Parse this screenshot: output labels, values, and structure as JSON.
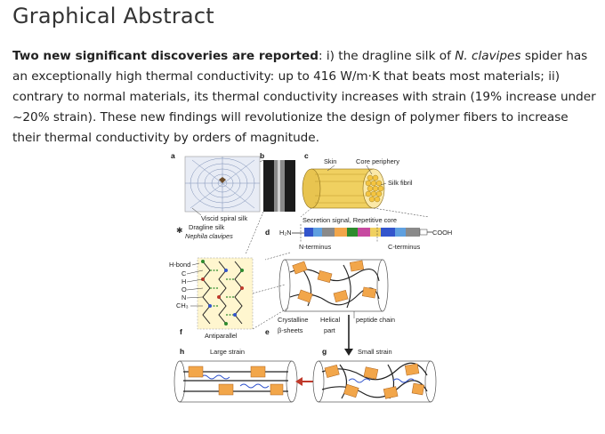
{
  "page": {
    "title": "Graphical Abstract"
  },
  "abstract": {
    "lead": "Two new significant discoveries are reported",
    "part1": ": i) the dragline silk of ",
    "species": "N. clavipes",
    "part2": " spider has an exceptionally high thermal conductivity: up to 416 W/m·K that beats most materials; ii) contrary to normal materials, its thermal conductivity increases with strain (19% increase under ~20% strain). These new findings will revolutionize the design of polymer fibers to increase their thermal conductivity by orders of magnitude."
  },
  "figure": {
    "panels": {
      "a": "a",
      "b": "b",
      "c": "c",
      "d": "d",
      "e": "e",
      "f": "f",
      "g": "g",
      "h": "h"
    },
    "labels": {
      "skin": "Skin",
      "core_periphery": "Core periphery",
      "silk_fibril": "Silk fibril",
      "viscid_spiral": "Viscid spiral silk",
      "dragline": "Dragline silk",
      "nephila": "Nephila clavipes",
      "secretion": "Secretion signal, Repetitive core",
      "h2n": "H₂N",
      "cooh": "COOH",
      "n_terminus": "N-terminus",
      "c_terminus": "C-terminus",
      "hbond": "H-bond",
      "atom_c": "C",
      "atom_h": "H",
      "atom_o": "O",
      "atom_n": "N",
      "atom_ch3": "CH₃",
      "antiparallel": "Antiparallel",
      "crystalline": "Crystalline",
      "beta_sheets": "β-sheets",
      "helical": "Helical",
      "part": "part",
      "peptide_chain": "peptide chain",
      "large_strain": "Large strain",
      "small_strain": "Small strain"
    },
    "colors": {
      "silk_yellow": "#f0d060",
      "crystal_orange": "#f2a64a",
      "chain_green": "#2e8b2e",
      "chain_blue": "#3355cc",
      "arrow_red": "#c0392b"
    }
  }
}
